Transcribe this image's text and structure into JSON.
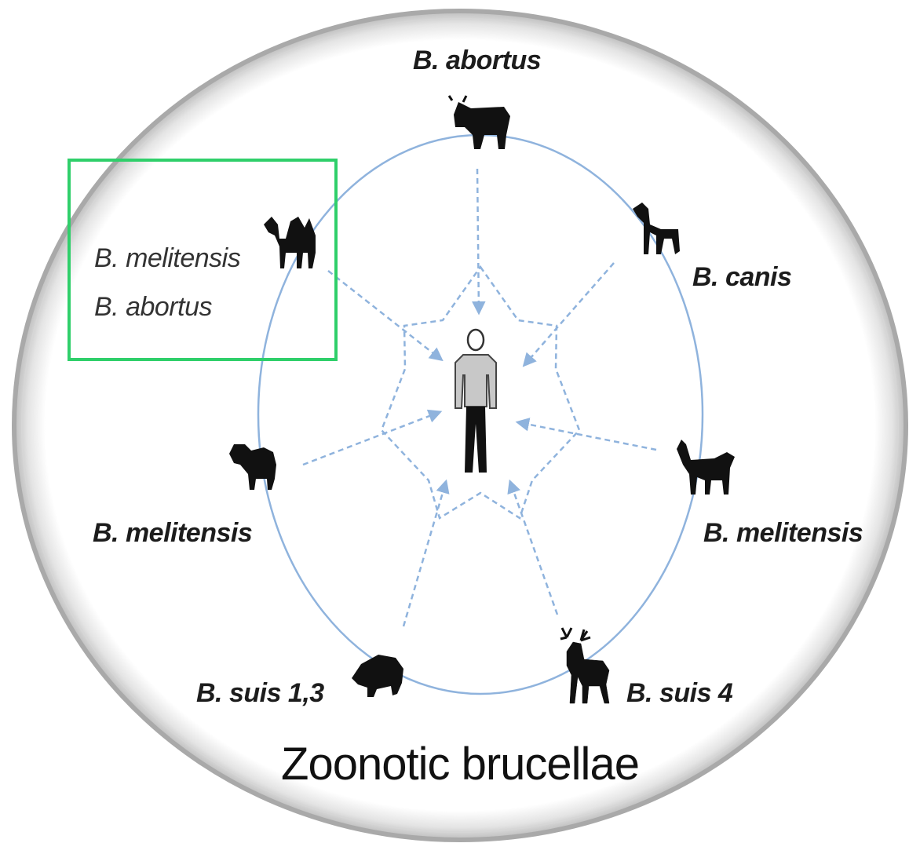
{
  "title": "Zoonotic brucellae",
  "labels": {
    "cattle": "B. abortus",
    "dog": "B. canis",
    "camel_1": "B. melitensis",
    "camel_2": "B. abortus",
    "sheep": "B. melitensis",
    "goat": "B. melitensis",
    "pig": "B. suis 1,3",
    "reindeer": "B. suis 4"
  },
  "icons": [
    "cattle-icon",
    "dog-icon",
    "camel-icon",
    "sheep-icon",
    "goat-icon",
    "pig-icon",
    "reindeer-icon",
    "human-icon"
  ],
  "colors": {
    "ring": "#a9a9a9",
    "cycle_line": "#8fb3dd",
    "highlight": "#2fcf6a",
    "silhouette": "#111111"
  }
}
